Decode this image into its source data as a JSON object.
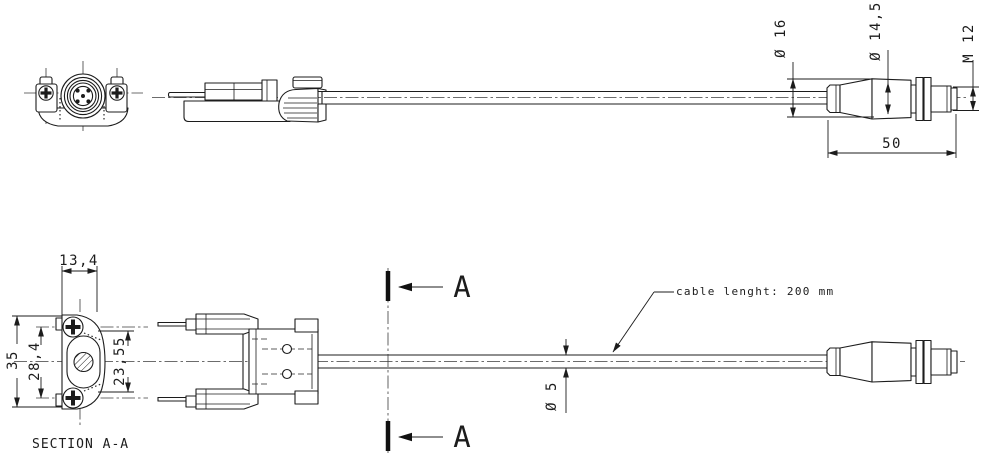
{
  "drawing": {
    "type": "technical-engineering-drawing",
    "subject": "sensor cable assembly with M12 connector",
    "colors": {
      "background": "#ffffff",
      "line": "#1c1c1c",
      "centerline": "#3c3c3c"
    },
    "top_view": {
      "dimensions": {
        "boot_diameter": "Ø 16",
        "body_diameter": "Ø 14,5",
        "thread": "M 12",
        "connector_length": "50"
      }
    },
    "bottom_view": {
      "dimensions": {
        "flange_width": "13,4",
        "flange_height": "35",
        "inner_height": "28,4",
        "slot_height": "23,55",
        "cable_diameter": "Ø 5"
      },
      "section_label": "SECTION A-A",
      "cut_marker_top": "A",
      "cut_marker_bottom": "A",
      "cable_note": "cable lenght: 200 mm"
    }
  }
}
